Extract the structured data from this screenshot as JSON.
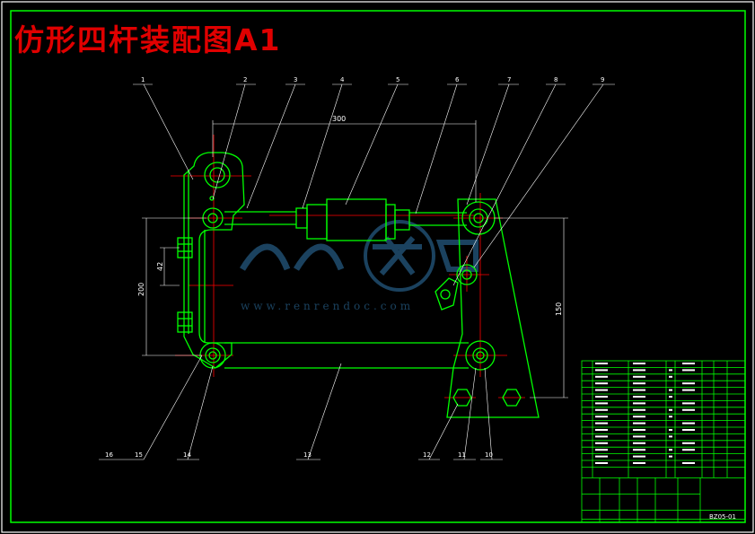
{
  "drawing": {
    "title": "仿形四杆装配图A1",
    "part_labels": [
      "1",
      "2",
      "3",
      "4",
      "5",
      "6",
      "7",
      "8",
      "9",
      "10",
      "11",
      "12",
      "13",
      "14",
      "15",
      "16"
    ],
    "dimensions": {
      "top": "300",
      "left_overall": "200",
      "left_inner": "42",
      "right": "150"
    },
    "drawing_number": "BZ05-01",
    "watermark": {
      "brand": "人人文库",
      "url": "www.renrendoc.com"
    },
    "colors": {
      "outline": "#00ff00",
      "center": "#ff0000",
      "text": "#ffffff",
      "title": "#e00000",
      "watermark": "#1e4a6a"
    }
  }
}
